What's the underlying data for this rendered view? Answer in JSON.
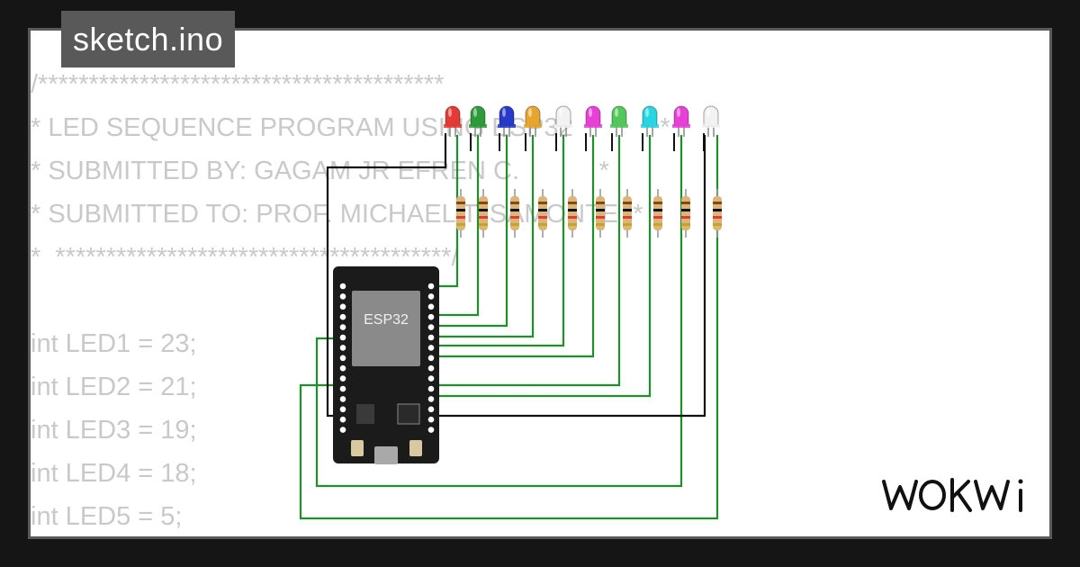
{
  "tab": {
    "filename": "sketch.ino"
  },
  "code": {
    "lines": [
      "/****************************************",
      "* LED SEQUENCE PROGRAM USING ESP32            *",
      "* SUBMITTED BY: GAGAM JR EFREN C.           *",
      "* SUBMITTED TO: PROF. MICHAEL T. SAMONTE  *",
      "*  ***************************************/",
      "",
      "int LED1 = 23;",
      "int LED2 = 21;",
      "int LED3 = 19;",
      "int LED4 = 18;",
      "int LED5 = 5;"
    ]
  },
  "board": {
    "chip_label": "ESP32"
  },
  "leds": [
    {
      "color": "#e53935"
    },
    {
      "color": "#2e9b3a"
    },
    {
      "color": "#2639c9"
    },
    {
      "color": "#e6a52c"
    },
    {
      "color": "#f2f2f2"
    },
    {
      "color": "#e83fd6"
    },
    {
      "color": "#52c75a"
    },
    {
      "color": "#27d6e0"
    },
    {
      "color": "#e83fd6"
    },
    {
      "color": "#f2f2f2"
    }
  ],
  "colors": {
    "wire_green": "#1f8f2a",
    "wire_black": "#111111",
    "board_black": "#1b1b1b",
    "code_text": "#c9c9c9",
    "tab_bg": "#595959"
  },
  "brand": {
    "logo_text": "WOKWi"
  }
}
